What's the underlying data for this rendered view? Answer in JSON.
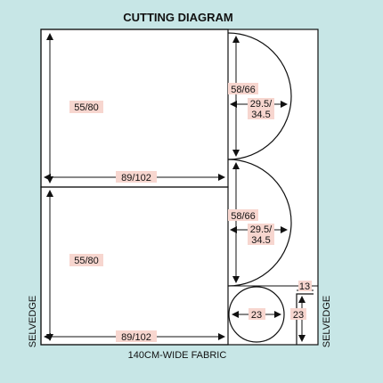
{
  "title": "CUTTING DIAGRAM",
  "footer": "140CM-WIDE FABRIC",
  "selvedge_left": "SELVEDGE",
  "selvedge_right": "SELVEDGE",
  "labels": {
    "rect_top_height": "55/80",
    "rect_top_width": "89/102",
    "rect_bottom_height": "55/80",
    "rect_bottom_width": "89/102",
    "semicircle1_diameter": "58/66",
    "semicircle1_radius_line1": "29.5/",
    "semicircle1_radius_line2": "34.5",
    "semicircle2_diameter": "58/66",
    "semicircle2_radius_line1": "29.5/",
    "semicircle2_radius_line2": "34.5",
    "circle_diameter": "23",
    "strip_height": "23",
    "strip_width": "13"
  },
  "colors": {
    "background": "#c7e6e6",
    "fabric": "#ffffff",
    "label_highlight": "#f7d6cf",
    "line": "#111111"
  }
}
